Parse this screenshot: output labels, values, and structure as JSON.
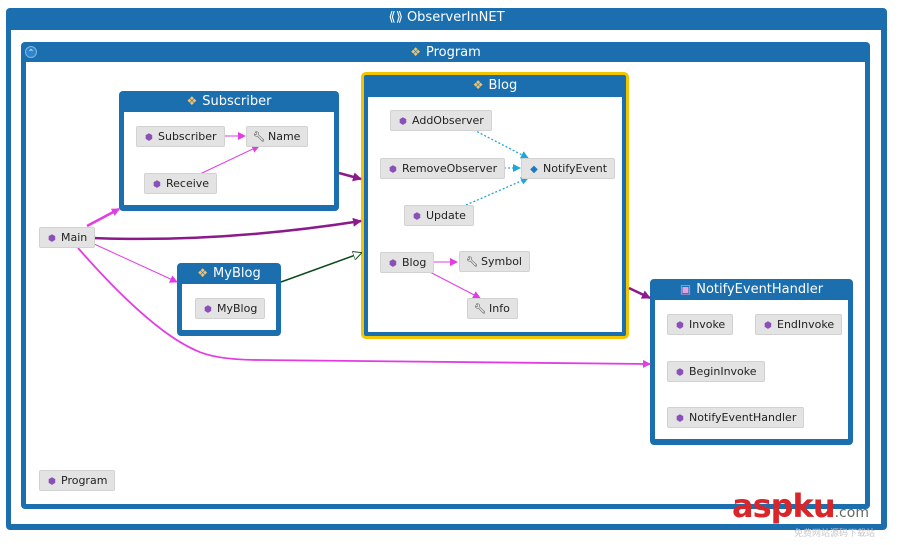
{
  "title": "ObserverInNET",
  "program": {
    "title": "Program",
    "nodes": {
      "main": "Main",
      "program": "Program"
    }
  },
  "subscriber": {
    "title": "Subscriber",
    "nodes": [
      "Subscriber",
      "Name",
      "Receive"
    ]
  },
  "myblog": {
    "title": "MyBlog",
    "nodes": [
      "MyBlog"
    ]
  },
  "blog": {
    "title": "Blog",
    "nodes": [
      "AddObserver",
      "RemoveObserver",
      "NotifyEvent",
      "Update",
      "Blog",
      "Symbol",
      "Info"
    ]
  },
  "handler": {
    "title": "NotifyEventHandler",
    "nodes": [
      "Invoke",
      "EndInvoke",
      "BeginInvoke",
      "NotifyEventHandler"
    ]
  },
  "watermark": {
    "main": "aspku",
    "suffix": ".com",
    "sub": "免费网站源码下载站"
  },
  "colors": {
    "frame": "#1b6faf",
    "highlight": "#f2c500",
    "call": "#e23de3",
    "dotted": "#1fa6d8",
    "ref": "#8b1a8b",
    "dark": "#0b4a1a"
  },
  "icons": {
    "method": "cube-icon",
    "property": "wrench-icon",
    "event": "event-icon",
    "namespace": "namespace-icon",
    "class": "class-icon",
    "delegate": "delegate-icon"
  }
}
